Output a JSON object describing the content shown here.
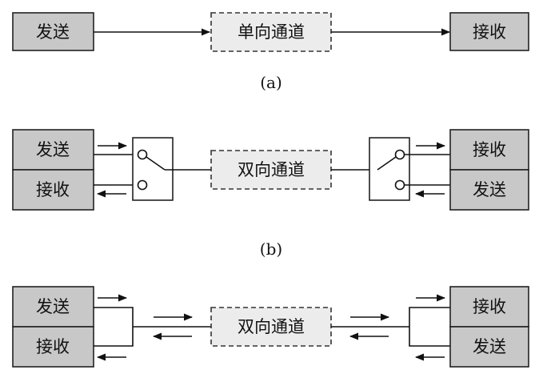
{
  "panel_a": {
    "sender": "发送",
    "channel": "单向通道",
    "receiver": "接收",
    "caption": "(a)"
  },
  "panel_b": {
    "left_top": "发送",
    "left_bottom": "接收",
    "channel": "双向通道",
    "right_top": "接收",
    "right_bottom": "发送",
    "caption": "(b)"
  },
  "panel_c": {
    "left_top": "发送",
    "left_bottom": "接收",
    "channel": "双向通道",
    "right_top": "接收",
    "right_bottom": "发送"
  }
}
